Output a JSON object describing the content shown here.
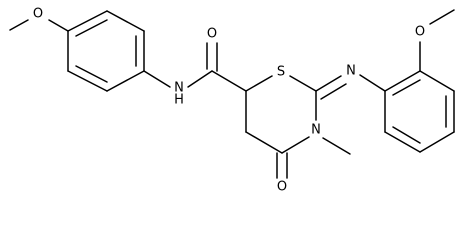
{
  "diagram": {
    "type": "chemical-structure",
    "atom_labels": {
      "o_methoxy_left": "O",
      "o_amide": "O",
      "n_amide": "N",
      "h_amide": "H",
      "s_ring": "S",
      "n_imine": "N",
      "n_ring": "N",
      "o_keto": "O",
      "o_methoxy_right": "O"
    }
  }
}
